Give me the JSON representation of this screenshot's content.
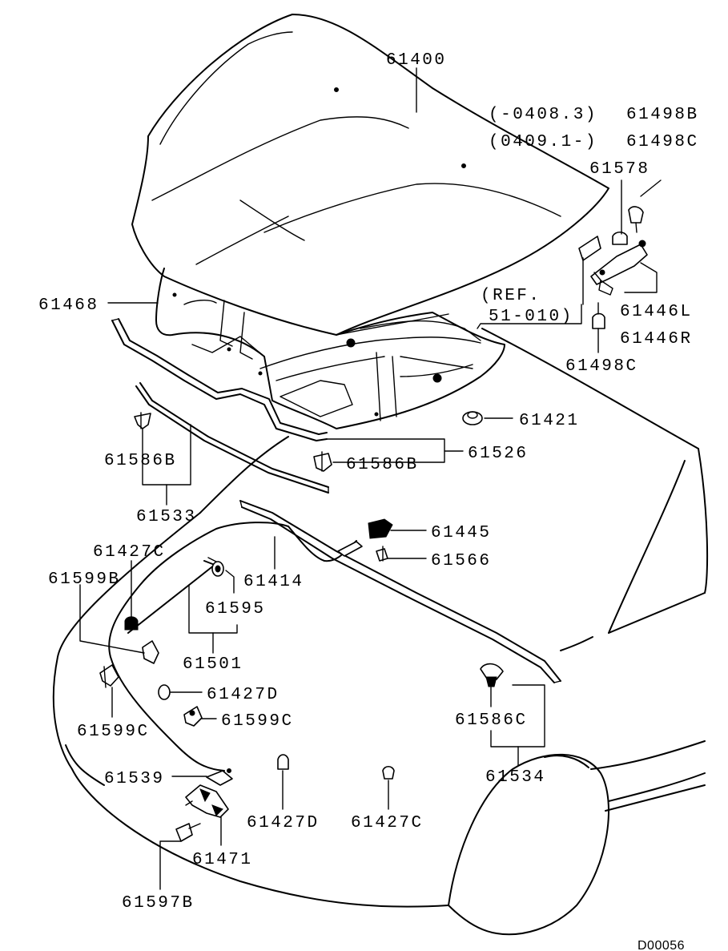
{
  "labels": {
    "p61400": "61400",
    "r1_range": "(-0408.3)",
    "r1_part": "61498B",
    "r2_range": "(0409.1-)",
    "r2_part": "61498C",
    "p61578": "61578",
    "p61468": "61468",
    "ref_a": "(REF.",
    "ref_b": "51-010)",
    "p61446L": "61446L",
    "p61446R": "61446R",
    "p61498C": "61498C",
    "p61421": "61421",
    "p61586B_left": "61586B",
    "p61586B_right": "61586B",
    "p61526": "61526",
    "p61533": "61533",
    "p61427C_top": "61427C",
    "p61445": "61445",
    "p61566": "61566",
    "p61599B": "61599B",
    "p61414": "61414",
    "p61595": "61595",
    "p61501": "61501",
    "p61427D_mid": "61427D",
    "p61599C_right": "61599C",
    "p61599C_left": "61599C",
    "p61586C": "61586C",
    "p61539": "61539",
    "p61534": "61534",
    "p61427D_bottom": "61427D",
    "p61427C_bottom": "61427C",
    "p61471": "61471",
    "p61597B": "61597B"
  },
  "diagram_code": "D00056"
}
